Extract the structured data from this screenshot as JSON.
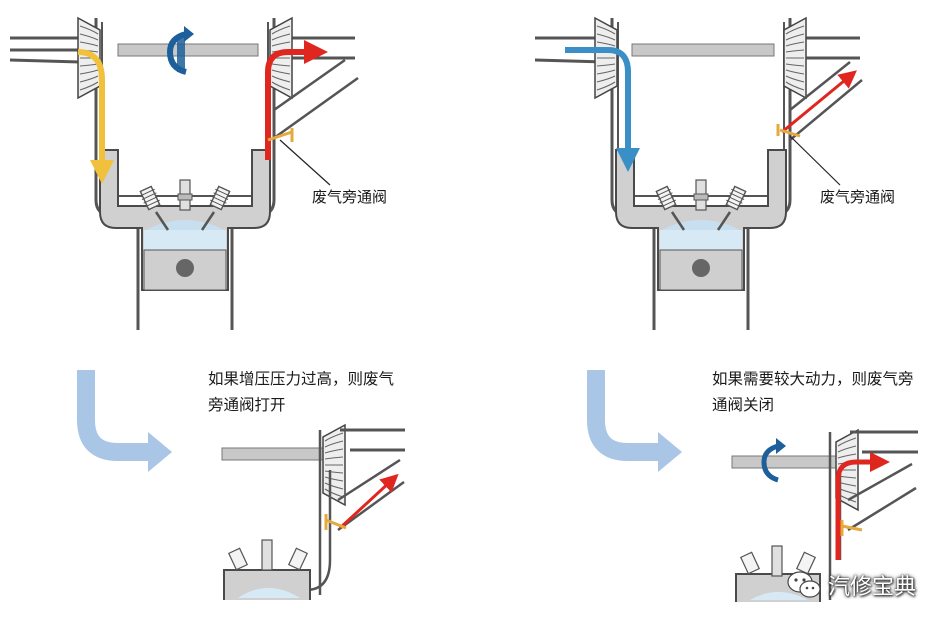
{
  "panels": {
    "top_left": {
      "valve_label": "废气旁通阀"
    },
    "top_right": {
      "valve_label": "废气旁通阀"
    }
  },
  "notes": {
    "open": {
      "line1": "如果增压压力过高，则废气",
      "line2": "旁通阀打开"
    },
    "closed": {
      "line1": "如果需要较大动力，则废气旁",
      "line2": "通阀关闭"
    }
  },
  "watermark": {
    "text": "汽修宝典",
    "icon": "wechat-icon"
  },
  "colors": {
    "wall": "#555555",
    "wall_fill": "#bdbdbd",
    "cylinder": "#d8e9f6",
    "intake_hot": "#f2c13c",
    "intake_cold": "#3a8fc7",
    "exhaust": "#e0271f",
    "transition_arrow": "#a9c6e6",
    "rotation": "#1d5f9a",
    "valve_flap": "#e6a93e"
  }
}
